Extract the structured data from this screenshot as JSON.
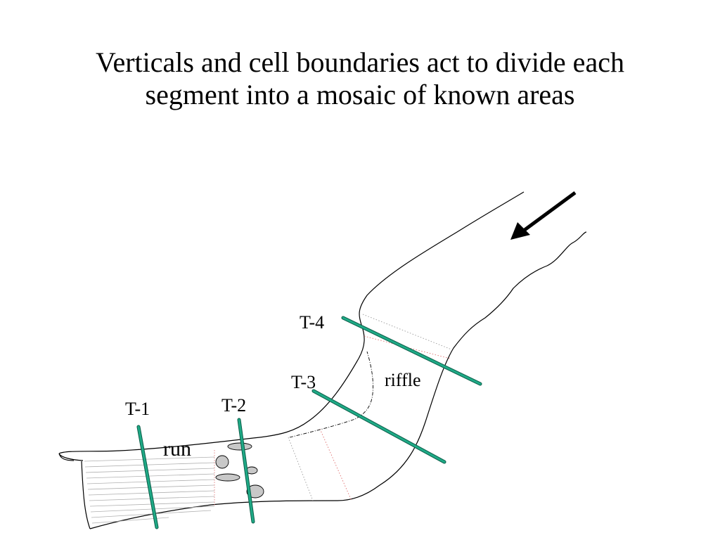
{
  "slide": {
    "title_line1": "Verticals and cell boundaries act to divide each",
    "title_line2": "segment into a mosaic of known areas"
  },
  "diagram": {
    "labels": {
      "t1": "T-1",
      "t2": "T-2",
      "t3": "T-3",
      "t4": "T-4",
      "run": "run",
      "riffle": "riffle"
    },
    "colors": {
      "transect": "#1faa86",
      "transect_edge": "#0b5d49",
      "stream_outline": "#000000",
      "rock_fill": "#c8c8c8",
      "flow_arrow": "#000000",
      "cell_boundary_red": "#e07070",
      "cell_boundary_gray": "#9a9a9a"
    },
    "flow_arrow_icon": "arrow-down-left-icon"
  }
}
